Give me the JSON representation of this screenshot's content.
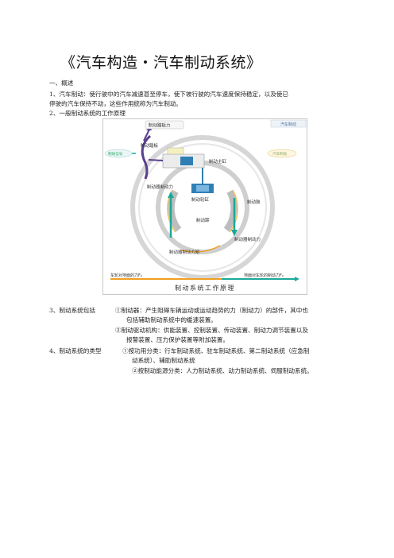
{
  "title": "《汽车构造・汽车制动系统》",
  "s1_heading": "一、概述",
  "s1_line1": "1、汽车制动：使行驶中的汽车减速甚至停车，使下坡行驶的汽车速度保持稳定，以及使已",
  "s1_line2": "停驶的汽车保持不动，这些作用统称为汽车制动。",
  "s2_heading": "2、一般制动系统的工作原理",
  "figure": {
    "corner_label": "汽车制动",
    "brake_pedal_force": "制动踏板力",
    "brake_pedal": "制动踏板",
    "brake_signal": "制动信号",
    "master_cylinder": "制动主缸",
    "vehicle_braking": "汽车制动",
    "wheel_brake_force_top": "制动器制动力",
    "wheel_cylinder": "制动轮缸",
    "brake_drum": "制动鼓",
    "brake_shoe": "制动蹄",
    "wheel_brake_force_right": "制动器制动力",
    "brake_torque": "制动器制动力矩",
    "road_force": "车轮对地面的力F₀",
    "ground_force": "地面对车轮的制动力F₀",
    "caption": "制动系统工作原理"
  },
  "s3_label": "3、制动系统包括",
  "s3_line1": "①制动器：产生阻碍车辆运动或运动趋势的力（制动力）的部件，其中也",
  "s3_line2": "包括辅助制动系统中的缓速装置。",
  "s3_line3": "②制动驱动机构：供能装置、控制装置、传动装置、制动力调节装置以及",
  "s3_line4": "报警装置、压力保护装置等附加装置。",
  "s4_label": "4、制动系统的类型",
  "s4_line1": "①按功用分类：行车制动系统、驻车制动系统、第二制动系统（应急制",
  "s4_line2": "动系统）、辅助制动系统",
  "s4_line3": "②按制动能源分类：人力制动系统、动力制动系统、伺服制动系统。",
  "colors": {
    "arrow_teal": "#1aa89a",
    "pedal_purple": "#5a3f8c",
    "border_gray": "#c8c8c8",
    "wheel_gray": "#d9d9d9",
    "cylinder_blue": "#2f7fb5",
    "arrow_orange": "#f0a020"
  }
}
